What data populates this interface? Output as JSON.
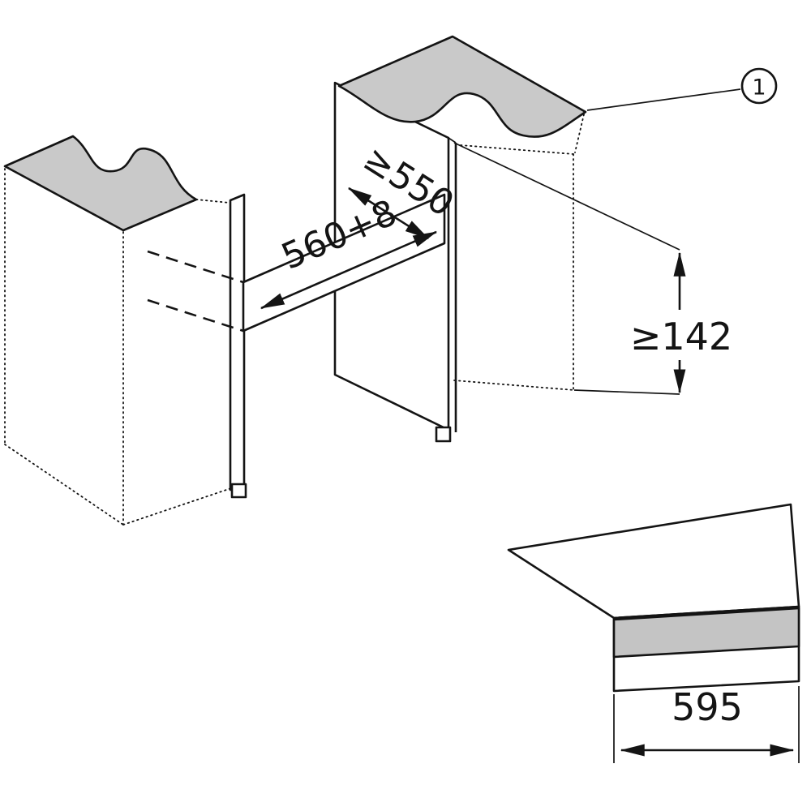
{
  "diagram": {
    "type": "appliance-built-in-niche-installation-diagram",
    "callout": {
      "number": "1"
    },
    "dimensions": {
      "niche_depth_min": "≥550",
      "niche_width": "560+8",
      "niche_height_min": "≥142",
      "appliance_width": "595"
    },
    "colors": {
      "worktop_gray": "#c9c9c9",
      "front_trim_gray": "#c4c4c4"
    }
  }
}
